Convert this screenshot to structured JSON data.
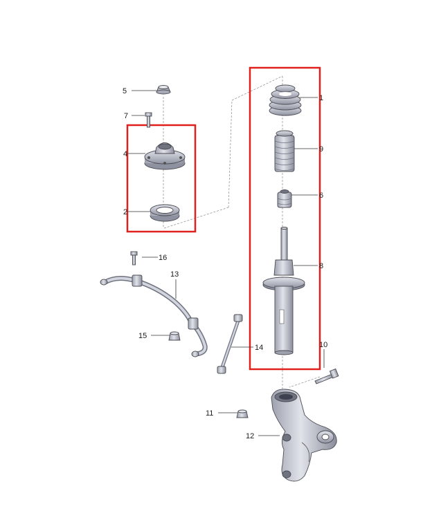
{
  "labels": {
    "p1": "1",
    "p2": "2",
    "p4": "4",
    "p5": "5",
    "p6": "6",
    "p7": "7",
    "p8": "8",
    "p9": "9",
    "p10": "10",
    "p11": "11",
    "p12": "12",
    "p13": "13",
    "p14": "14",
    "p15": "15",
    "p16": "16"
  },
  "colors": {
    "highlight_box": "#e0201c",
    "part_fill": "#c9ccd6",
    "part_dark": "#8e92a0",
    "line": "#333333"
  }
}
